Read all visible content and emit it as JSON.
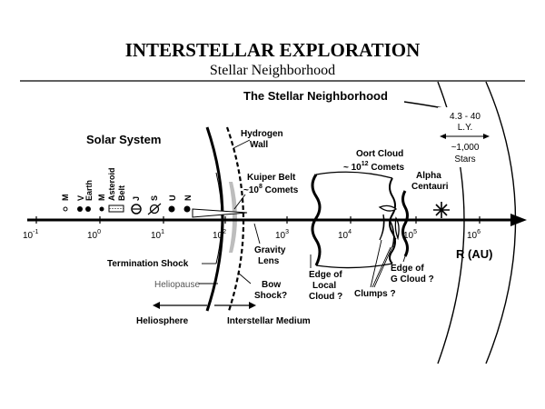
{
  "header": {
    "title": "INTERSTELLAR EXPLORATION",
    "subtitle": "Stellar Neighborhood"
  },
  "axis": {
    "label": "R (AU)",
    "ticks": [
      {
        "base": "10",
        "exp": "-1"
      },
      {
        "base": "10",
        "exp": "0"
      },
      {
        "base": "10",
        "exp": "1"
      },
      {
        "base": "10",
        "exp": "2"
      },
      {
        "base": "10",
        "exp": "3"
      },
      {
        "base": "10",
        "exp": "4"
      },
      {
        "base": "10",
        "exp": "5"
      },
      {
        "base": "10",
        "exp": "6"
      }
    ]
  },
  "regions": {
    "stellar_neighborhood": "The Stellar Neighborhood",
    "solar_system": "Solar System",
    "hydrogen_wall": [
      "Hydrogen",
      "Wall"
    ],
    "kuiper_belt": {
      "line1": "Kuiper Belt",
      "prefix": "~10",
      "exp": "8",
      "suffix": " Comets"
    },
    "oort_cloud": {
      "line1": "Oort Cloud",
      "prefix": "~ 10",
      "exp": "12",
      "suffix": " Comets"
    },
    "alpha_centauri": [
      "Alpha",
      "Centauri"
    ],
    "distance_box": {
      "range": "4.3 - 40",
      "unit": "L.Y.",
      "count": "~1,000",
      "what": "Stars"
    }
  },
  "planets": [
    {
      "symbol": "o",
      "label": "M"
    },
    {
      "symbol": "filled",
      "label": "V"
    },
    {
      "symbol": "filled",
      "label": "Earth"
    },
    {
      "symbol": "filled",
      "label": "M"
    },
    {
      "symbol": "hatched",
      "label": "Asteroid"
    },
    {
      "symbol": "none",
      "label": "Belt"
    },
    {
      "symbol": "striped",
      "label": "J"
    },
    {
      "symbol": "ringed",
      "label": "S"
    },
    {
      "symbol": "filled",
      "label": "U"
    },
    {
      "symbol": "filled",
      "label": "N"
    }
  ],
  "annotations": {
    "termination_shock": "Termination Shock",
    "heliopause": "Heliopause",
    "heliosphere": "Heliosphere",
    "interstellar_medium": "Interstellar Medium",
    "gravity_lens": [
      "Gravity",
      "Lens"
    ],
    "bow_shock": [
      "Bow",
      "Shock?"
    ],
    "edge_local_cloud": [
      "Edge of",
      "Local",
      "Cloud ?"
    ],
    "clumps": "Clumps ?",
    "edge_g_cloud": [
      "Edge of",
      "G Cloud ?"
    ]
  }
}
